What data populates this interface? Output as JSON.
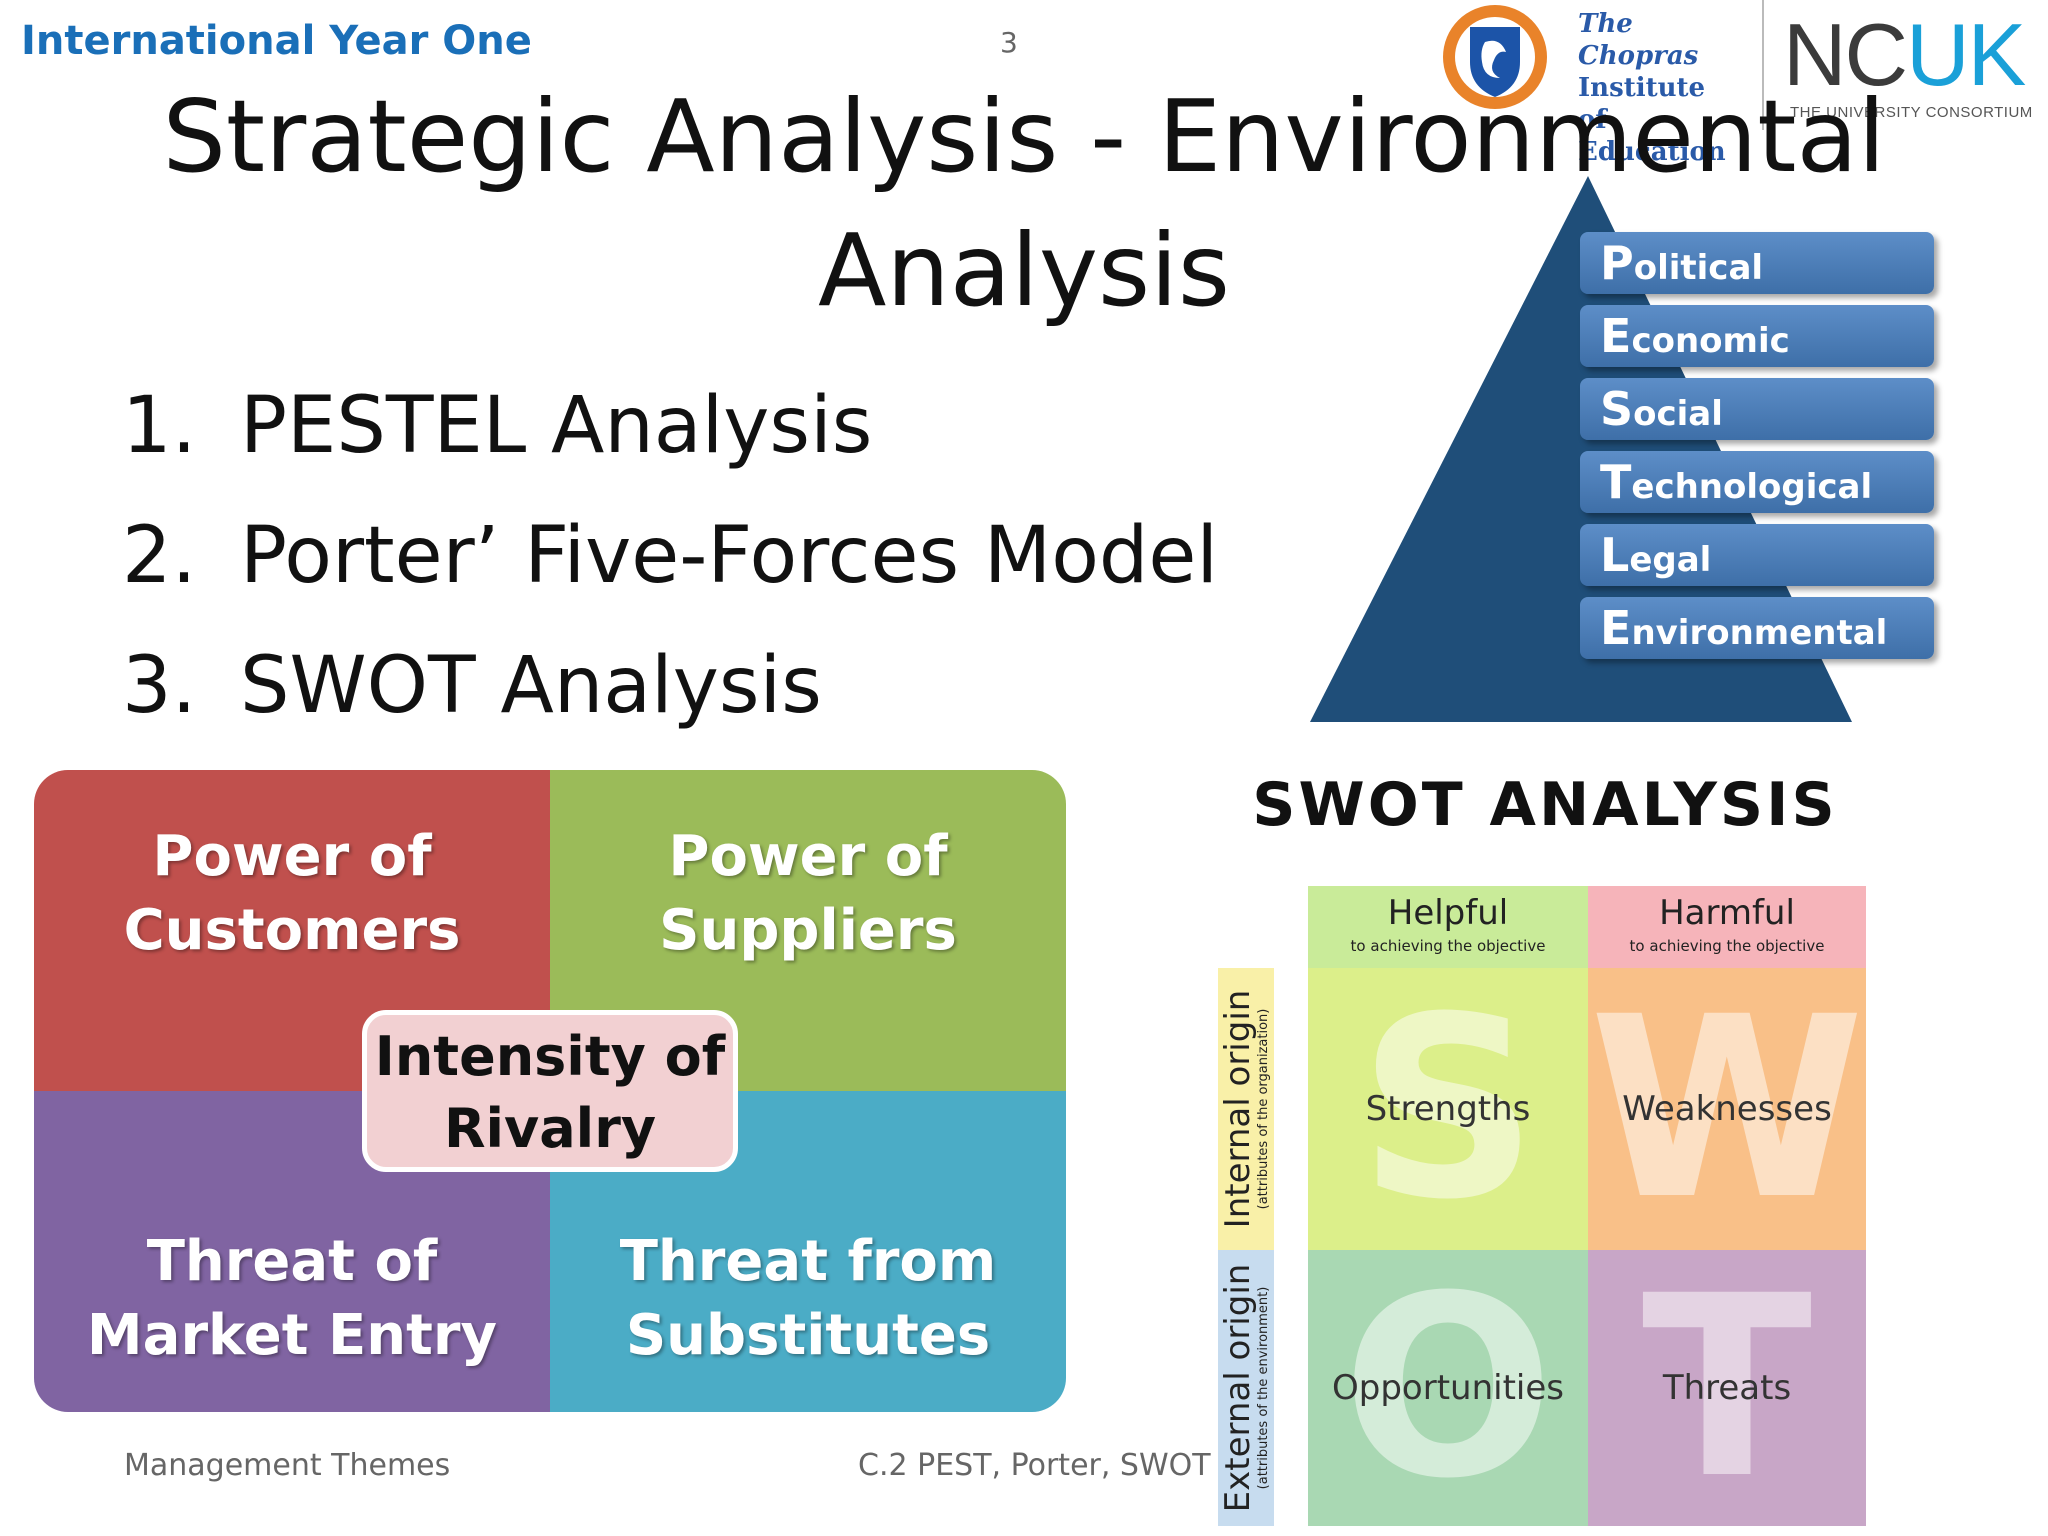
{
  "header": {
    "course": "International Year One",
    "page_number": "3",
    "logo_chopras": [
      "The Chopras",
      "Institute of",
      "Education"
    ],
    "logo_ncuk_nc": "NC",
    "logo_ncuk_uk": "UK",
    "logo_ncuk_sub": "THE UNIVERSITY CONSORTIUM"
  },
  "slide": {
    "title_line1": "Strategic Analysis - Environmental",
    "title_line2": "Analysis",
    "list": [
      {
        "num": "1.",
        "text": "PESTEL Analysis"
      },
      {
        "num": "2.",
        "text": "Porter’ Five-Forces Model"
      },
      {
        "num": "3.",
        "text": "SWOT Analysis"
      }
    ]
  },
  "pestel": {
    "items": [
      {
        "first": "P",
        "rest": "olitical"
      },
      {
        "first": "E",
        "rest": "conomic"
      },
      {
        "first": "S",
        "rest": "ocial"
      },
      {
        "first": "T",
        "rest": "echnological"
      },
      {
        "first": "L",
        "rest": "egal"
      },
      {
        "first": "E",
        "rest": "nvironmental"
      }
    ],
    "colors": {
      "pyramid": "#1f4e79",
      "bar": "#4a7cb8"
    }
  },
  "porter": {
    "customers": [
      "Power of",
      "Customers"
    ],
    "suppliers": [
      "Power of",
      "Suppliers"
    ],
    "entry": [
      "Threat of",
      "Market Entry"
    ],
    "substitutes": [
      "Threat from",
      "Substitutes"
    ],
    "rivalry": [
      "Intensity of",
      "Rivalry"
    ],
    "colors": {
      "customers": "#c0504d",
      "suppliers": "#9bbb59",
      "entry": "#8064a2",
      "substitutes": "#4bacc6",
      "rivalry": "#f2d0d2"
    }
  },
  "swot": {
    "title": "SWOT ANALYSIS",
    "helpful": "Helpful",
    "helpful_sub": "to achieving the objective",
    "harmful": "Harmful",
    "harmful_sub": "to achieving the objective",
    "internal": "Internal origin",
    "internal_sub": "(attributes of the organization)",
    "external": "External origin",
    "external_sub": "(attributes of the environment)",
    "strengths": "Strengths",
    "weaknesses": "Weaknesses",
    "opportunities": "Opportunities",
    "threats": "Threats",
    "letters": [
      "S",
      "W",
      "O",
      "T"
    ],
    "colors": {
      "s": "#dcef8a",
      "w": "#f9c088",
      "o": "#a9d8b3",
      "t": "#c8a6c7",
      "helpful": "#c9eb99",
      "harmful": "#f6b4ba",
      "internal": "#f9f0a8",
      "external": "#c7dcef"
    }
  },
  "footer": {
    "left": "Management Themes",
    "center": "C.2 PEST, Porter, SWOT"
  }
}
